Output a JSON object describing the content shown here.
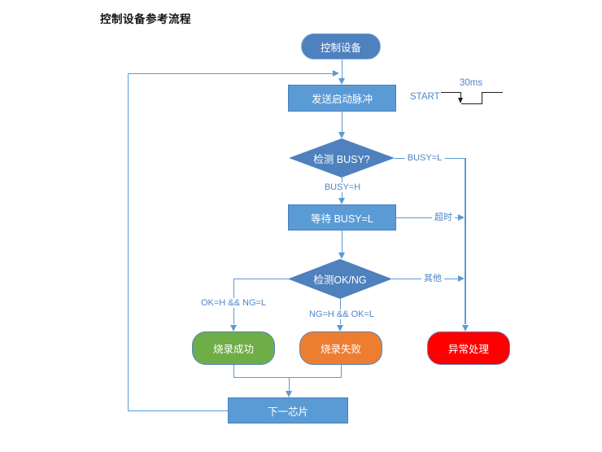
{
  "title": "控制设备参考流程",
  "nodes": {
    "start": "控制设备",
    "send_pulse": "发送启动脉冲",
    "check_busy": "检测 BUSY?",
    "wait_busy": "等待 BUSY=L",
    "check_okng": "检测OK/NG",
    "burn_success": "烧录成功",
    "burn_fail": "烧录失败",
    "exception": "异常处理",
    "next_chip": "下一芯片"
  },
  "edge_labels": {
    "busy_h": "BUSY=H",
    "busy_l": "BUSY=L",
    "timeout": "超时",
    "other": "其他",
    "ok_branch": "OK=H && NG=L",
    "ng_branch": "NG=H && OK=L"
  },
  "waveform": {
    "start": "START",
    "duration": "30ms"
  },
  "edges": [
    {
      "from": "start",
      "to": "send_pulse",
      "label": ""
    },
    {
      "from": "next_chip",
      "to": "send_pulse",
      "label": ""
    },
    {
      "from": "send_pulse",
      "to": "check_busy",
      "label": ""
    },
    {
      "from": "check_busy",
      "to": "wait_busy",
      "label": "BUSY=H"
    },
    {
      "from": "check_busy",
      "to": "exception",
      "label": "BUSY=L"
    },
    {
      "from": "wait_busy",
      "to": "check_okng",
      "label": ""
    },
    {
      "from": "wait_busy",
      "to": "exception",
      "label": "超时"
    },
    {
      "from": "check_okng",
      "to": "burn_success",
      "label": "OK=H && NG=L"
    },
    {
      "from": "check_okng",
      "to": "burn_fail",
      "label": "NG=H && OK=L"
    },
    {
      "from": "check_okng",
      "to": "exception",
      "label": "其他"
    },
    {
      "from": "burn_success",
      "to": "next_chip",
      "label": ""
    },
    {
      "from": "burn_fail",
      "to": "next_chip",
      "label": ""
    }
  ],
  "colors": {
    "node_blue": "#4E81BD",
    "rect_blue": "#5B9BD5",
    "success_green": "#6FAD47",
    "fail_orange": "#ED7D31",
    "error_red": "#FE0000",
    "connector_blue": "#5B9BD5",
    "label_blue": "#4E86C8",
    "waveform_black": "#1F1F1F"
  }
}
